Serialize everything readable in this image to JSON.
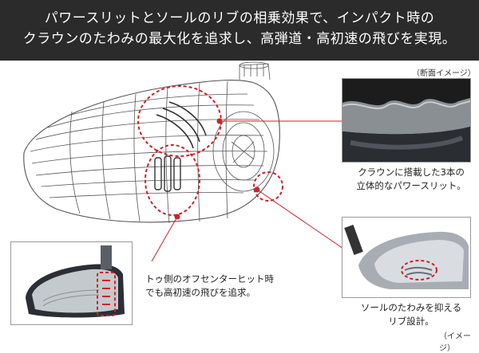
{
  "header": {
    "line1": "パワースリットとソールのリブの相乗効果で、インパクト時の",
    "line2": "クラウンのたわみの最大化を追求し、高弾道・高初速の飛びを実現。"
  },
  "labels": {
    "section_image": "（断面イメージ）",
    "image_note": "（イメージ）"
  },
  "captions": {
    "crown_line1": "クラウンに搭載した3本の",
    "crown_line2": "立体的なパワースリット。",
    "toe_line1": "トゥ側のオフセンターヒット時",
    "toe_line2": "でも高初速の飛びを追求。",
    "sole_line1": "ソールのたわみを抑える",
    "sole_line2": "リブ設計。"
  },
  "colors": {
    "header_bg": "#2b2b2b",
    "accent_red": "#d0202a"
  }
}
